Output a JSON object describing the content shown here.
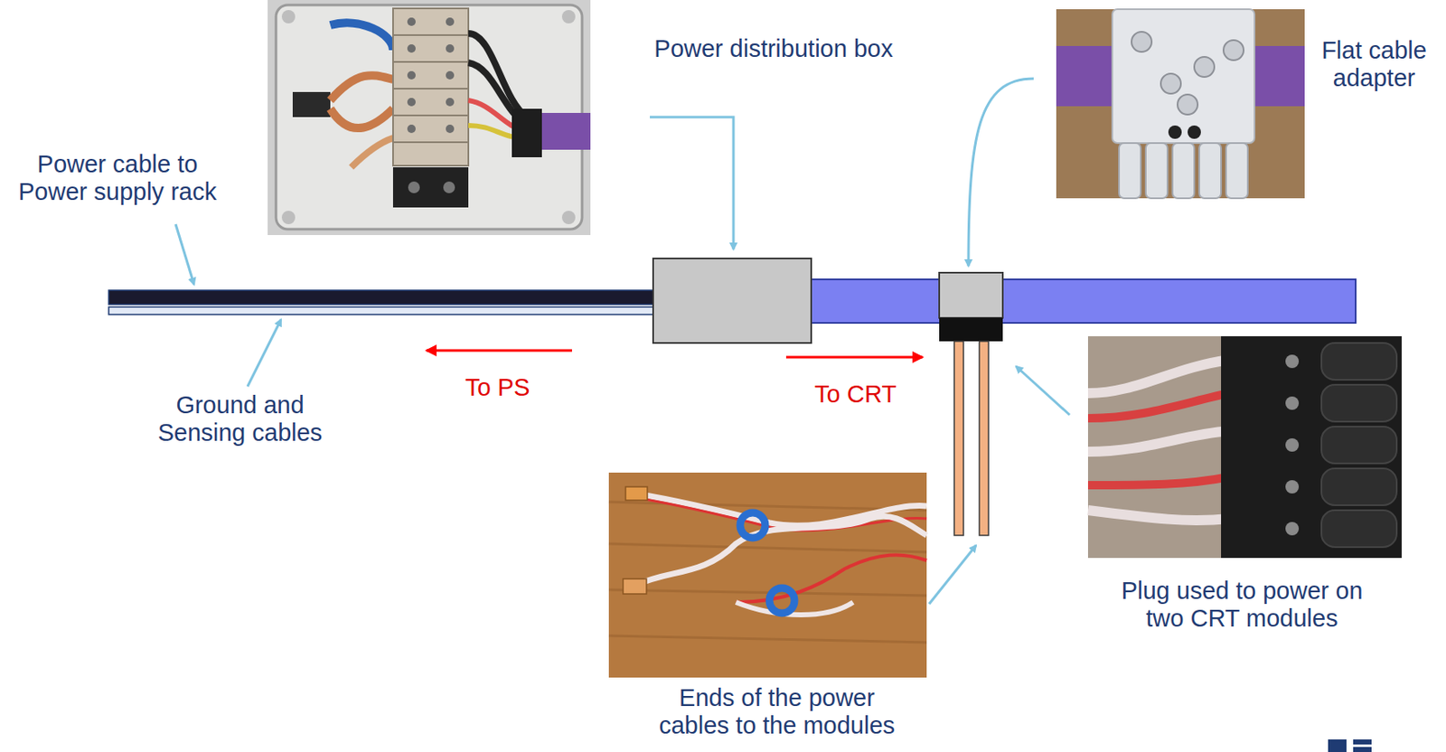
{
  "diagram": {
    "labels": [
      "Power distribution box",
      "Flat cable adapter",
      "Power cable to Power supply rack",
      "Ground and Sensing cables",
      "To PS",
      "To CRT",
      "Ends of the power cables to the modules",
      "Plug used to power on two CRT modules"
    ]
  }
}
